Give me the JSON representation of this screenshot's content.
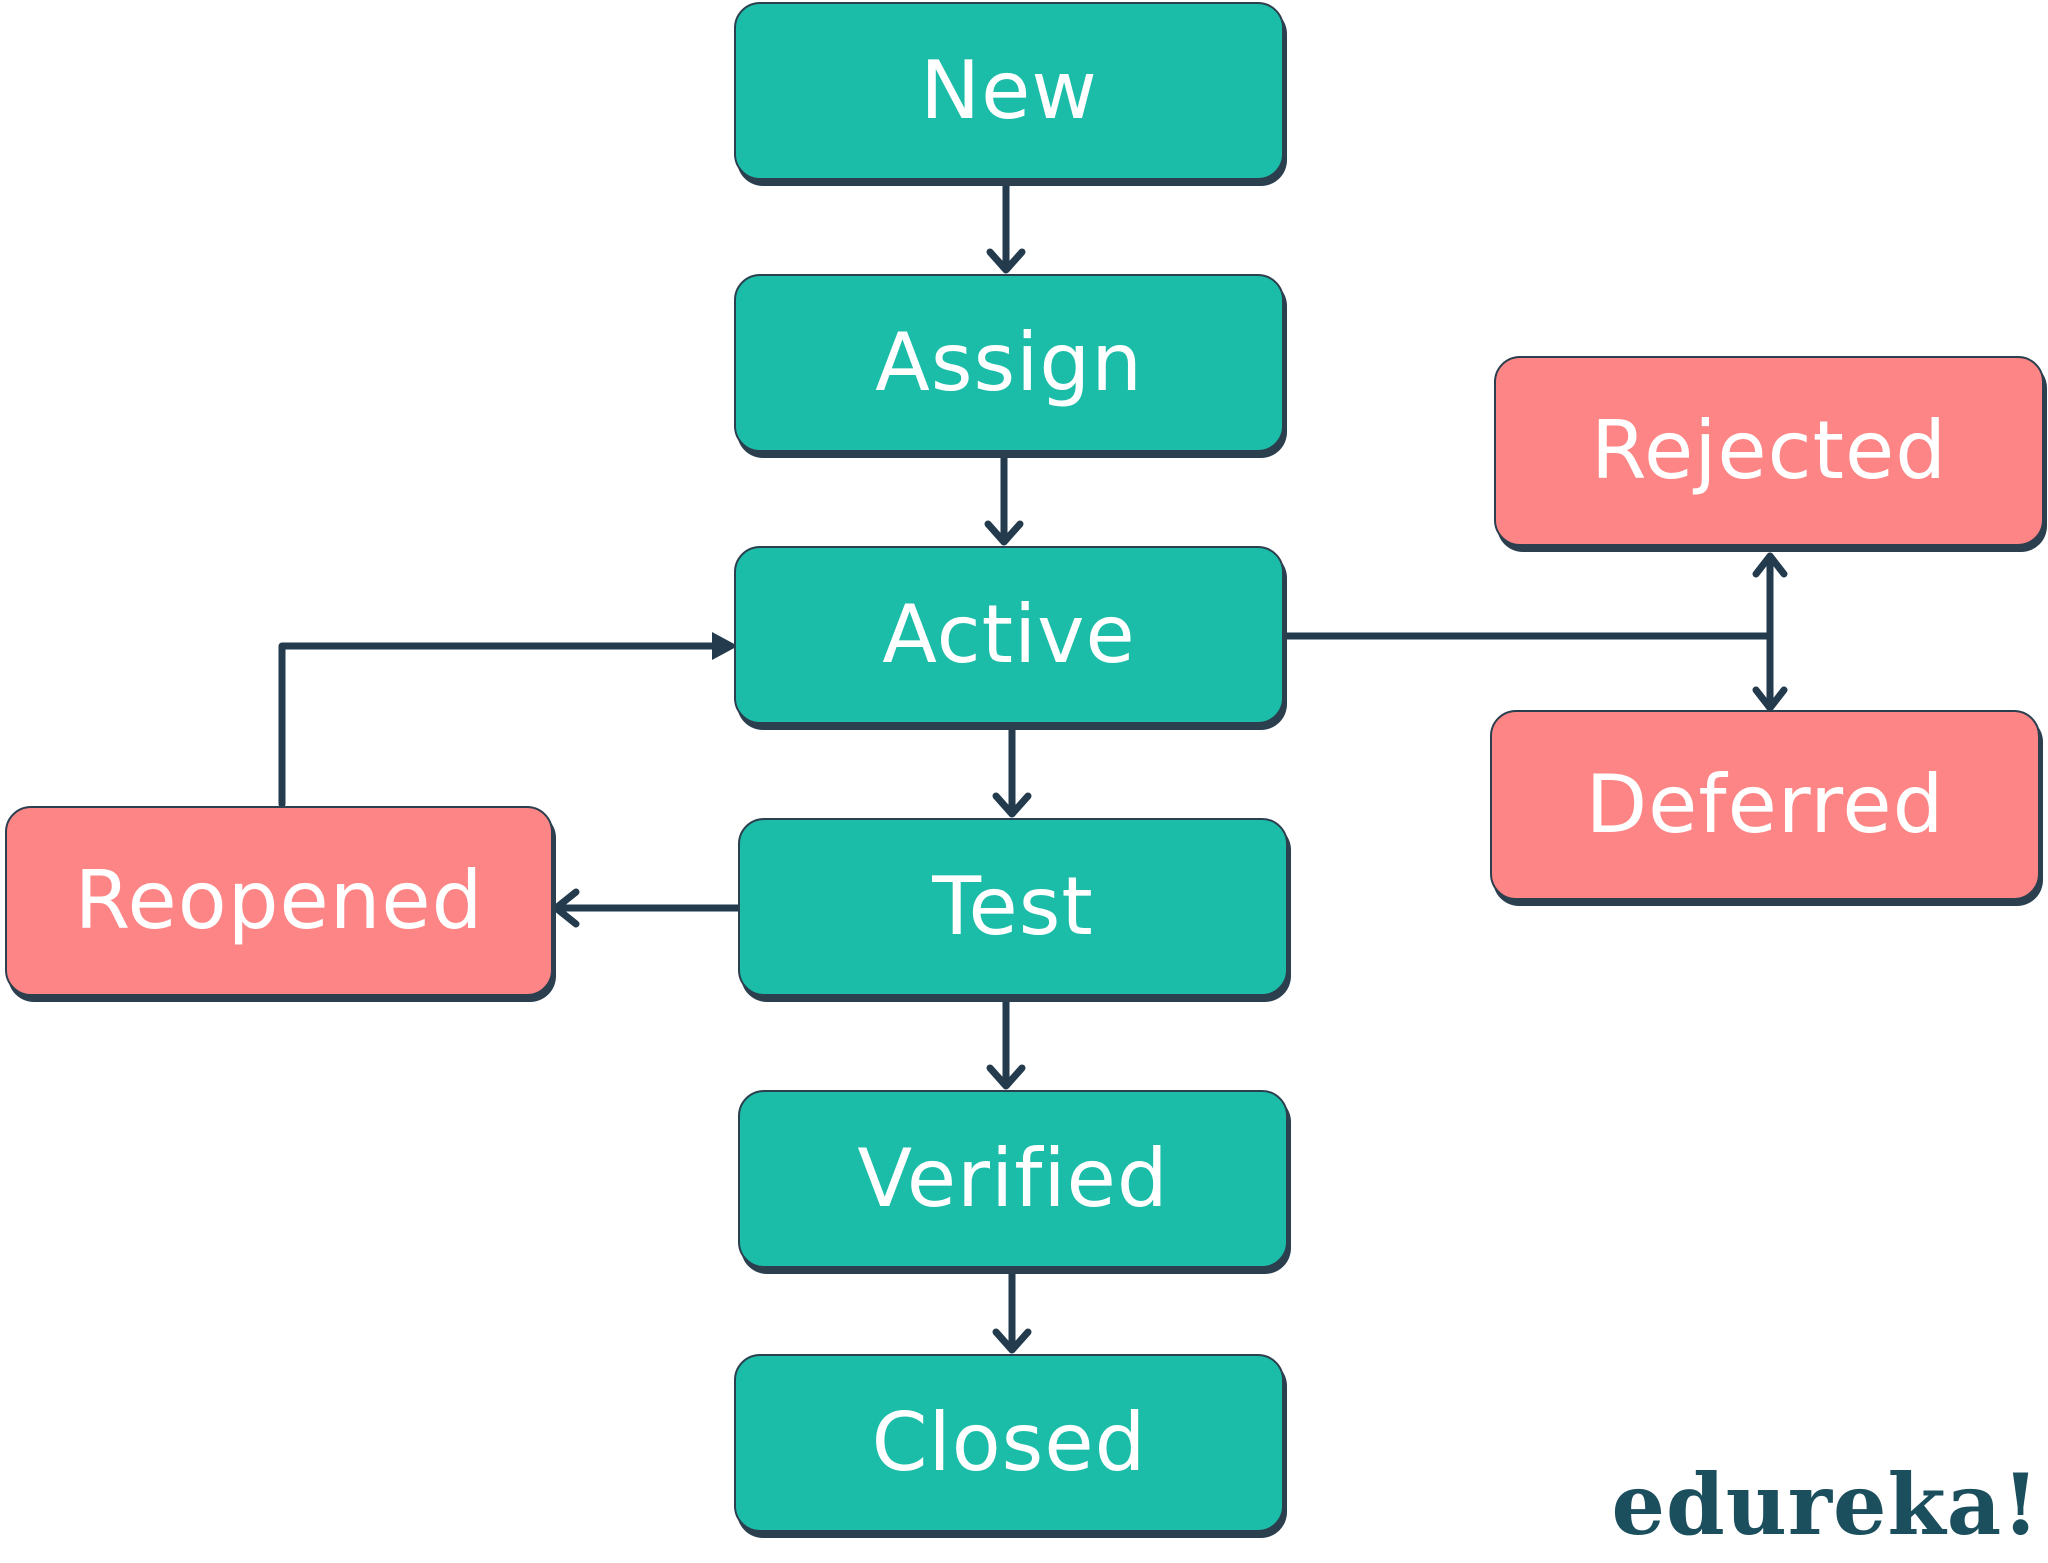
{
  "diagram": {
    "nodes": {
      "new": "New",
      "assign": "Assign",
      "active": "Active",
      "test": "Test",
      "verified": "Verified",
      "closed": "Closed",
      "reopened": "Reopened",
      "rejected": "Rejected",
      "deferred": "Deferred"
    },
    "edges": [
      {
        "from": "New",
        "to": "Assign"
      },
      {
        "from": "Assign",
        "to": "Active"
      },
      {
        "from": "Active",
        "to": "Test"
      },
      {
        "from": "Test",
        "to": "Verified"
      },
      {
        "from": "Verified",
        "to": "Closed"
      },
      {
        "from": "Test",
        "to": "Reopened"
      },
      {
        "from": "Reopened",
        "to": "Active"
      },
      {
        "from": "Active",
        "to": "Rejected"
      },
      {
        "from": "Active",
        "to": "Deferred"
      }
    ],
    "colors": {
      "main_state": "#1cbda8",
      "side_state": "#fd8585",
      "connector": "#233b4d",
      "logo": "#1b4f5e"
    }
  },
  "branding": {
    "logo_text": "edureka!"
  }
}
